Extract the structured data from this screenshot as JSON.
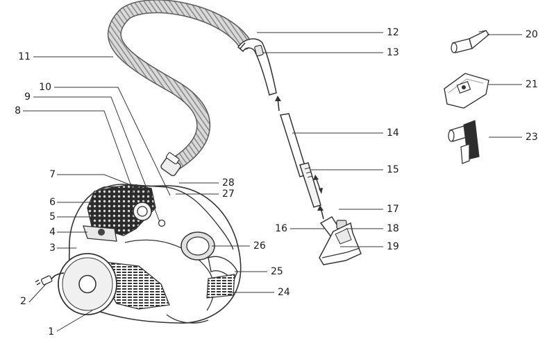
{
  "callouts": [
    "1",
    "2",
    "3",
    "4",
    "5",
    "6",
    "7",
    "8",
    "9",
    "10",
    "11",
    "12",
    "13",
    "14",
    "15",
    "16",
    "17",
    "18",
    "19",
    "20",
    "21",
    "23",
    "24",
    "25",
    "26",
    "27",
    "28"
  ]
}
